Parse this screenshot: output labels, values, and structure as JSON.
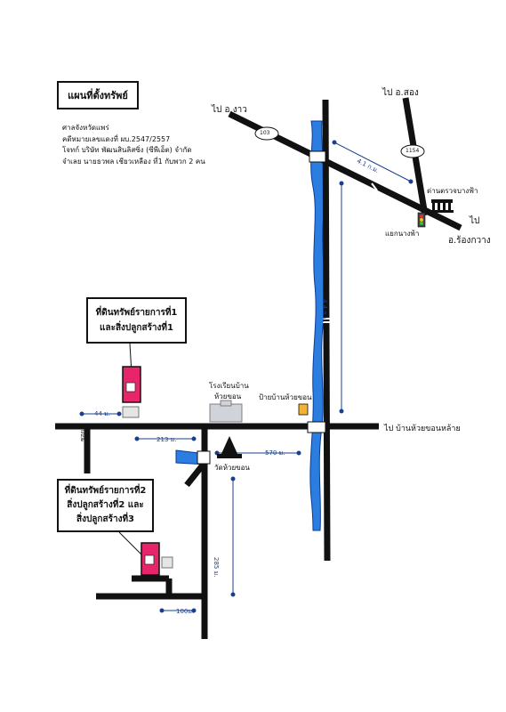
{
  "title": "แผนที่ตั้งทรัพย์",
  "case_info": {
    "court": "ศาลจังหวัดแพร่",
    "case_no": "คดีหมายเลขแดงที่ ผบ.2547/2557",
    "plaintiff": "โจทก์  บริษัท พัฒนสินลิสซิ่ง (ซีพีเอ็ต) จำกัด",
    "defendant": "จำเลย  นายธวพล  เชียวเหลือง ที่1 กับพวก 2 คน"
  },
  "callouts": {
    "plot1_line1": "ที่ดินทรัพย์รายการที่1",
    "plot1_line2": "และสิ่งปลูกสร้างที่1",
    "plot2_line1": "ที่ดินทรัพย์รายการที่2",
    "plot2_line2": "สิ่งปลูกสร้างที่2 และ",
    "plot2_line3": "สิ่งปลูกสร้างที่3"
  },
  "places": {
    "to_ngao": "ไป  อ.งาว",
    "to_song": "ไป  อ.สอง",
    "to_rong_kwang_1": "ไป",
    "to_rong_kwang_2": "อ.ร้องกวาง",
    "checkpoint": "ด่านตรวจบางฟ้า",
    "junction": "แยกนางพ้า",
    "school_1": "โรงเรียนบ้าน",
    "school_2": "ห้วยขอน",
    "sign": "ป้ายบ้านห้วยขอน",
    "to_huai_khon_lai": "ไป  บ้านห้วยขอนหล้าย",
    "temple": "วัดห้วยขอน",
    "soi": "ซอย 3"
  },
  "routes": {
    "r103": "103",
    "r1154": "1154"
  },
  "distances": {
    "d_4_1": "4.1 ก.ม.",
    "d_4_4": "4.4 ก.ม.",
    "d_44": "44 ม.",
    "d_213": "213 ม.",
    "d_570": "570 ม.",
    "d_285": "285 ม.",
    "d_100": "100ม."
  },
  "colors": {
    "road": "#111111",
    "river": "#2b7de0",
    "river_edge": "#0a3d99",
    "plot_fill": "#e8246a",
    "distance_line": "#1a3f8f"
  },
  "icons": {
    "traffic_light": "traffic-light-icon",
    "checkpoint_building": "police-building-icon",
    "school_building": "school-building-icon",
    "temple": "temple-icon",
    "sign": "sign-icon",
    "house": "house-icon"
  }
}
